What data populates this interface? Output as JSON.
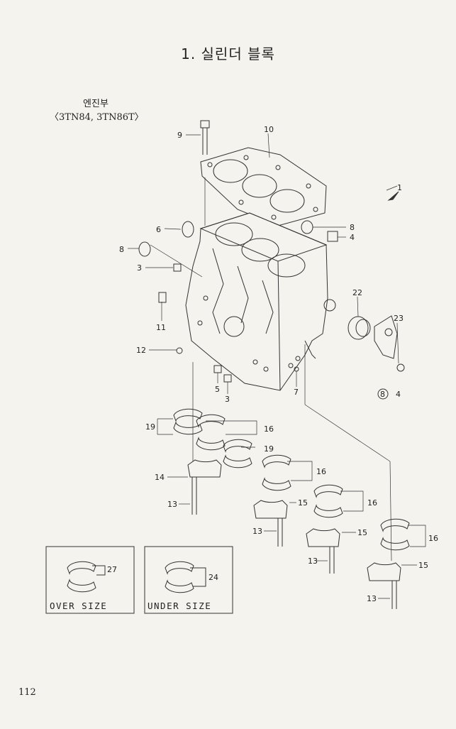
{
  "page": {
    "title": "1. 실린더 블록",
    "label_line1": "엔진부",
    "label_line2": "〈3TN84, 3TN86T〉",
    "page_number": "112"
  },
  "diagram": {
    "callouts": {
      "c1": "1",
      "c3a": "3",
      "c3b": "3",
      "c4a": "4",
      "c4b": "4",
      "c5": "5",
      "c6": "6",
      "c7": "7",
      "c8a": "8",
      "c8b": "8",
      "c8c": "8",
      "c9": "9",
      "c10": "10",
      "c11": "11",
      "c12": "12",
      "c13a": "13",
      "c13b": "13",
      "c13c": "13",
      "c13d": "13",
      "c14": "14",
      "c15a": "15",
      "c15b": "15",
      "c15c": "15",
      "c16a": "16",
      "c16b": "16",
      "c16c": "16",
      "c16d": "16",
      "c19a": "19",
      "c19b": "19",
      "c22": "22",
      "c23": "23",
      "c24": "24",
      "c27": "27"
    },
    "boxes": {
      "over": "OVER SIZE",
      "under": "UNDER SIZE"
    }
  }
}
